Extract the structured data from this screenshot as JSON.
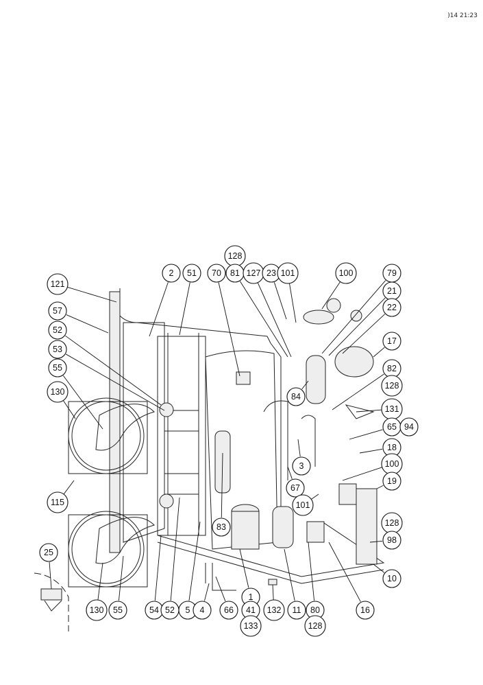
{
  "timestamp": ")14 21:23",
  "diagram": {
    "type": "exploded-parts-diagram",
    "callouts": [
      "121",
      "57",
      "52",
      "53",
      "55",
      "130",
      "115",
      "25",
      "2",
      "51",
      "70",
      "128",
      "81",
      "127",
      "23",
      "101",
      "100",
      "79",
      "21",
      "22",
      "17",
      "82",
      "128",
      "131",
      "65",
      "94",
      "18",
      "100",
      "19",
      "128",
      "98",
      "10",
      "16",
      "84",
      "3",
      "67",
      "101",
      "83",
      "130",
      "55",
      "54",
      "52",
      "5",
      "4",
      "66",
      "1",
      "41",
      "133",
      "132",
      "11",
      "80",
      "128"
    ]
  }
}
